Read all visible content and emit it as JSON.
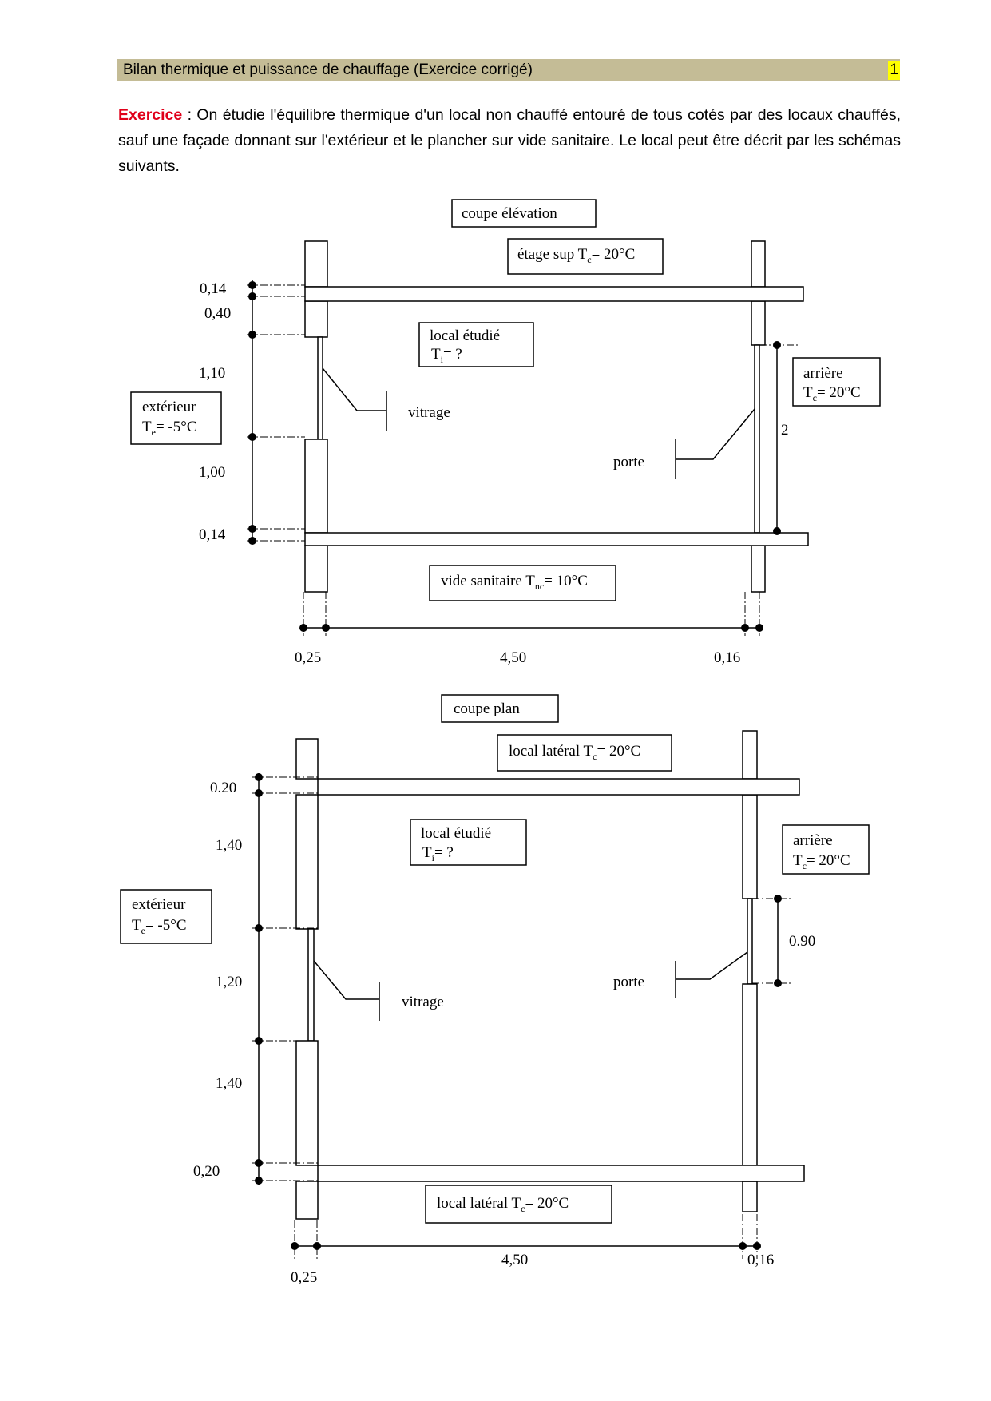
{
  "header": {
    "title": "Bilan thermique et puissance de chauffage (Exercice corrigé)",
    "page_number": "1"
  },
  "intro": {
    "keyword": "Exercice",
    "text": " : On étudie l'équilibre thermique d'un local non chauffé entouré de tous cotés par des locaux chauffés, sauf une façade donnant sur l'extérieur et le plancher sur vide sanitaire. Le local peut être décrit par les schémas suivants."
  },
  "elevation": {
    "title": "coupe élévation",
    "upper_floor": "étage sup T",
    "upper_floor_sub": "c",
    "upper_floor_val": "= 20°C",
    "room": "local étudié",
    "room_temp": "T",
    "room_temp_sub": "i",
    "room_temp_val": "= ?",
    "exterior": "extérieur",
    "exterior_temp": "T",
    "exterior_temp_sub": "e",
    "exterior_temp_val": "= -5°C",
    "back": "arrière",
    "back_temp": "T",
    "back_temp_sub": "c",
    "back_temp_val": "= 20°C",
    "crawlspace": "vide sanitaire T",
    "crawlspace_sub": "nc",
    "crawlspace_val": "= 10°C",
    "glazing": "vitrage",
    "door": "porte",
    "dims": {
      "d014a": "0,14",
      "d040": "0,40",
      "d110": "1,10",
      "d100": "1,00",
      "d014b": "0,14",
      "door_h": "2",
      "w025": "0,25",
      "w450": "4,50",
      "w016": "0,16"
    }
  },
  "plan": {
    "title": "coupe plan",
    "top_side": "local latéral T",
    "top_side_sub": "c",
    "top_side_val": "= 20°C",
    "room": "local étudié",
    "room_temp": "T",
    "room_temp_sub": "i",
    "room_temp_val": "= ?",
    "exterior": "extérieur",
    "exterior_temp": "T",
    "exterior_temp_sub": "e",
    "exterior_temp_val": "= -5°C",
    "back": "arrière",
    "back_temp": "T",
    "back_temp_sub": "c",
    "back_temp_val": "= 20°C",
    "bottom_side": "local latéral T",
    "bottom_side_sub": "c",
    "bottom_side_val": "= 20°C",
    "glazing": "vitrage",
    "door": "porte",
    "dims": {
      "d020a": "0.20",
      "d140a": "1,40",
      "d120": "1,20",
      "d140b": "1,40",
      "d020b": "0,20",
      "door_w": "0.90",
      "w025": "0,25",
      "w450": "4,50",
      "w016": "0,16"
    }
  }
}
